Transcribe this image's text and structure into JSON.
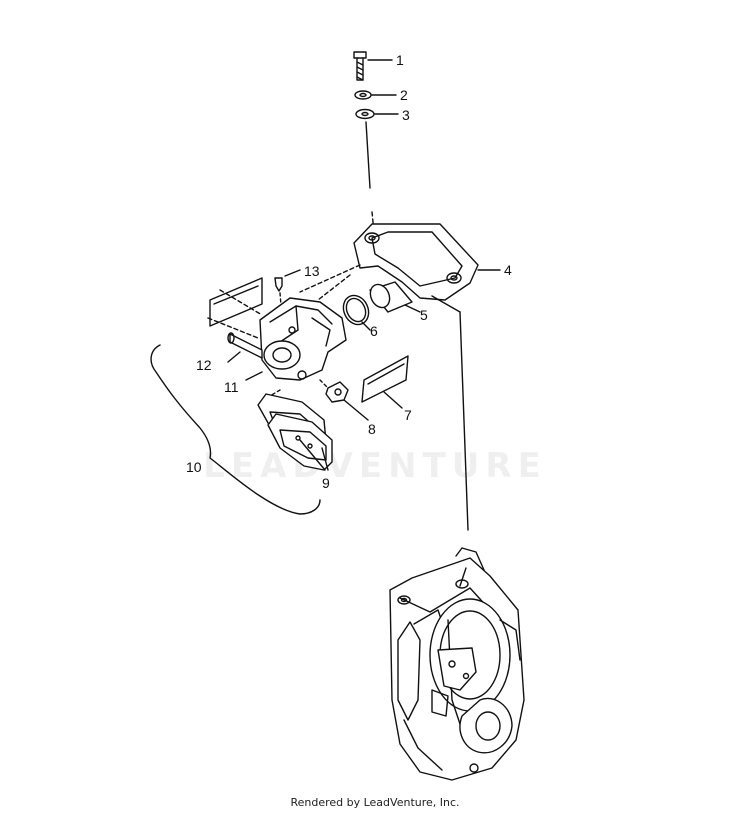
{
  "diagram": {
    "callouts": {
      "c1": "1",
      "c2": "2",
      "c3": "3",
      "c4": "4",
      "c5": "5",
      "c6": "6",
      "c7": "7",
      "c8": "8",
      "c9": "9",
      "c10": "10",
      "c11": "11",
      "c12": "12",
      "c13": "13"
    },
    "watermark": "LEADVENTURE"
  },
  "footer": {
    "text": "Rendered by LeadVenture, Inc."
  },
  "colors": {
    "line": "#111111",
    "background": "#ffffff"
  }
}
